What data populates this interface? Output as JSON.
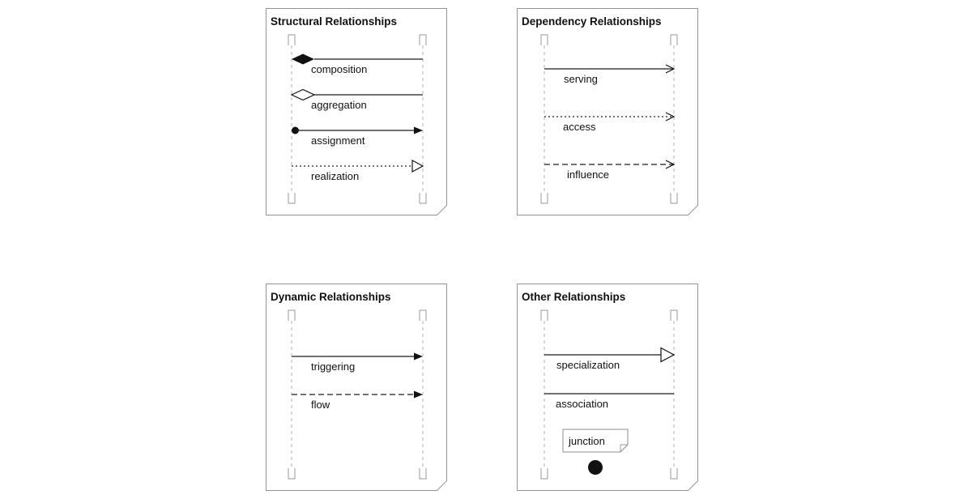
{
  "colors": {
    "background": "#ffffff",
    "frame_border": "#949494",
    "relationship_line": "#1c1c1c",
    "lifeline": "#b3b3b3",
    "text": "#111111"
  },
  "panels": {
    "structural": {
      "title": "Structural Relationships",
      "relationships": [
        {
          "label": "composition",
          "line_style": "solid",
          "start_marker": "filled-diamond",
          "end_marker": "none"
        },
        {
          "label": "aggregation",
          "line_style": "solid",
          "start_marker": "open-diamond",
          "end_marker": "none"
        },
        {
          "label": "assignment",
          "line_style": "solid",
          "start_marker": "filled-circle",
          "end_marker": "filled-arrowhead"
        },
        {
          "label": "realization",
          "line_style": "dotted",
          "start_marker": "none",
          "end_marker": "open-triangle"
        }
      ]
    },
    "dependency": {
      "title": "Dependency Relationships",
      "relationships": [
        {
          "label": "serving",
          "line_style": "solid",
          "start_marker": "none",
          "end_marker": "open-arrowhead"
        },
        {
          "label": "access",
          "line_style": "dotted",
          "start_marker": "none",
          "end_marker": "open-arrowhead"
        },
        {
          "label": "influence",
          "line_style": "dashed",
          "start_marker": "none",
          "end_marker": "open-arrowhead"
        }
      ]
    },
    "dynamic": {
      "title": "Dynamic Relationships",
      "relationships": [
        {
          "label": "triggering",
          "line_style": "solid",
          "start_marker": "none",
          "end_marker": "filled-arrowhead"
        },
        {
          "label": "flow",
          "line_style": "dashed",
          "start_marker": "none",
          "end_marker": "filled-arrowhead"
        }
      ]
    },
    "other": {
      "title": "Other Relationships",
      "relationships": [
        {
          "label": "specialization",
          "line_style": "solid",
          "start_marker": "none",
          "end_marker": "open-triangle"
        },
        {
          "label": "association",
          "line_style": "solid",
          "start_marker": "none",
          "end_marker": "none"
        },
        {
          "label": "junction",
          "representation": "note-with-filled-circle"
        }
      ]
    }
  }
}
